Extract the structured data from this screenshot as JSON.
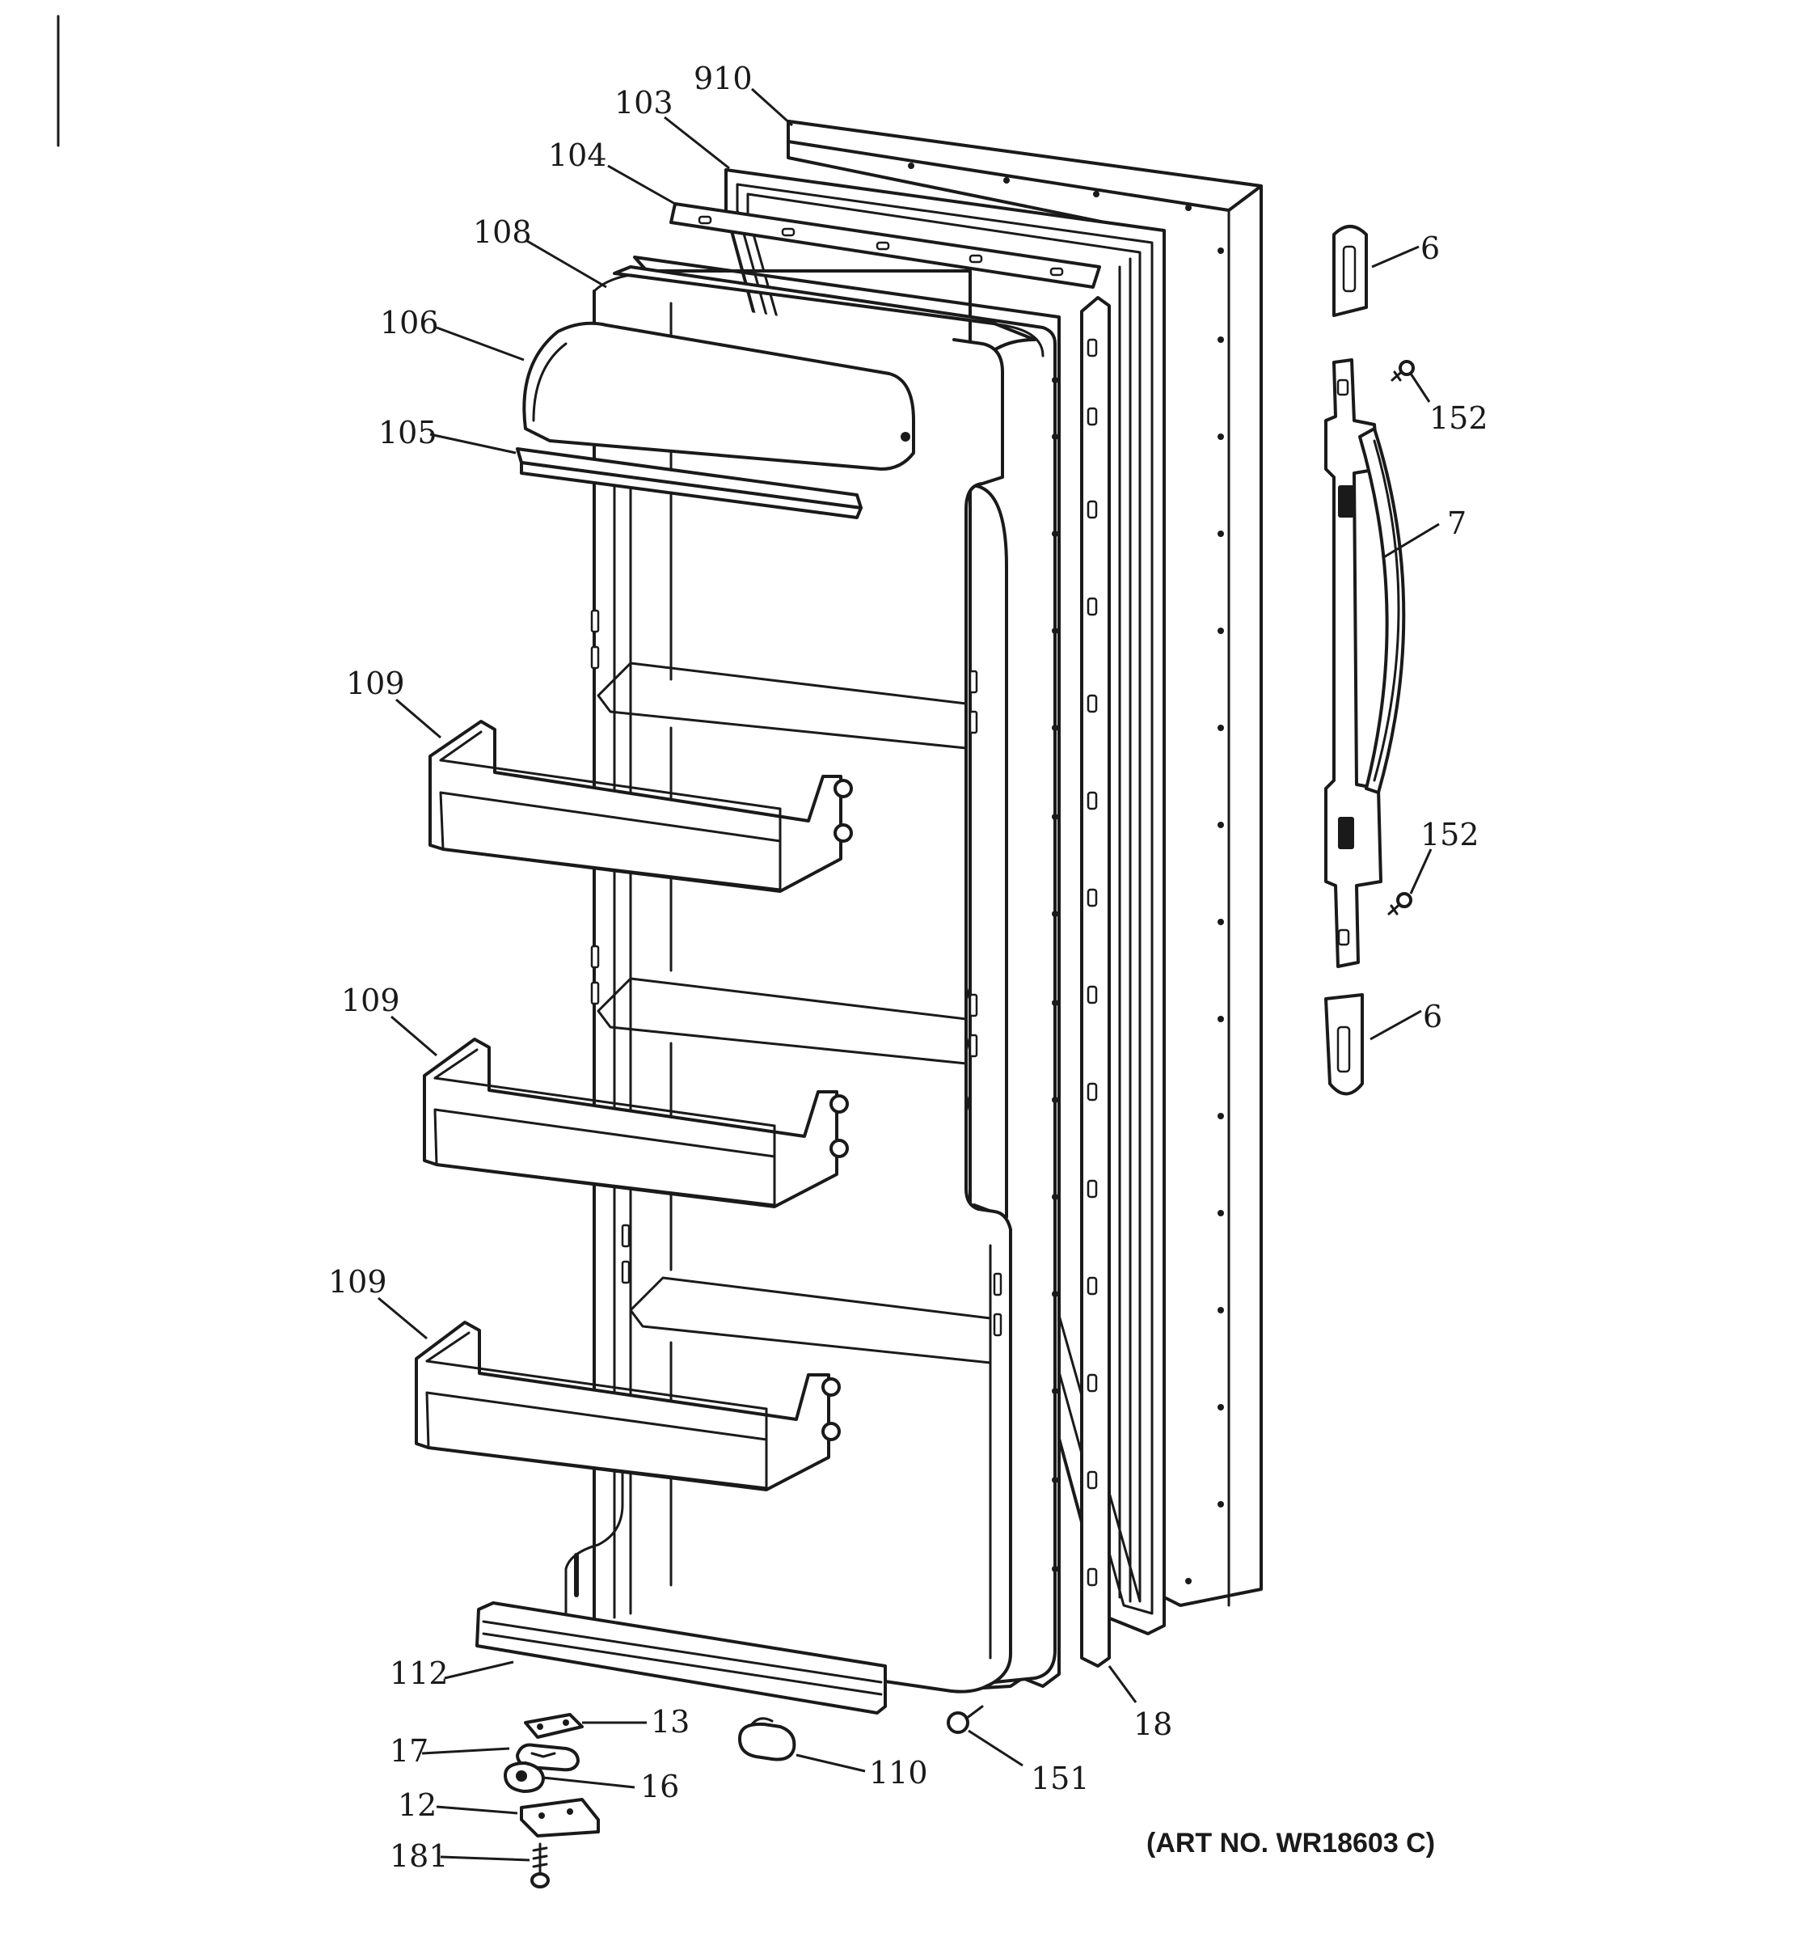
{
  "callouts": [
    {
      "id": "910",
      "text": "910"
    },
    {
      "id": "103",
      "text": "103"
    },
    {
      "id": "104",
      "text": "104"
    },
    {
      "id": "108",
      "text": "108"
    },
    {
      "id": "106",
      "text": "106"
    },
    {
      "id": "105",
      "text": "105"
    },
    {
      "id": "109a",
      "text": "109"
    },
    {
      "id": "109b",
      "text": "109"
    },
    {
      "id": "109c",
      "text": "109"
    },
    {
      "id": "6a",
      "text": "6"
    },
    {
      "id": "152a",
      "text": "152"
    },
    {
      "id": "7",
      "text": "7"
    },
    {
      "id": "152b",
      "text": "152"
    },
    {
      "id": "6b",
      "text": "6"
    },
    {
      "id": "112",
      "text": "112"
    },
    {
      "id": "13",
      "text": "13"
    },
    {
      "id": "17",
      "text": "17"
    },
    {
      "id": "16",
      "text": "16"
    },
    {
      "id": "12",
      "text": "12"
    },
    {
      "id": "181",
      "text": "181"
    },
    {
      "id": "110",
      "text": "110"
    },
    {
      "id": "151",
      "text": "151"
    },
    {
      "id": "18",
      "text": "18"
    }
  ],
  "art_number": "(ART NO. WR18603 C)"
}
